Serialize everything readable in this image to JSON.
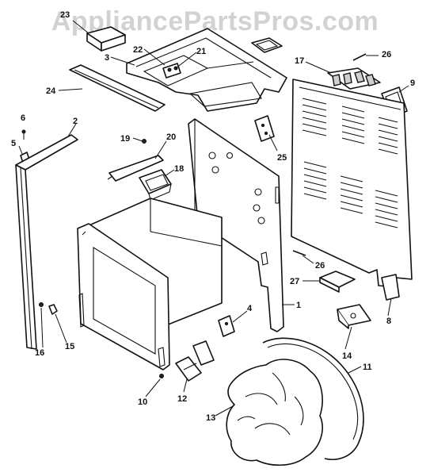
{
  "watermark": {
    "text": "AppliancePartsPros.com",
    "color": "#d2d2d2"
  },
  "callouts": {
    "c1": "1",
    "c2": "2",
    "c3": "3",
    "c4": "4",
    "c5": "5",
    "c6": "6",
    "c8": "8",
    "c9": "9",
    "c10": "10",
    "c11": "11",
    "c12": "12",
    "c13": "13",
    "c14": "14",
    "c15": "15",
    "c16": "16",
    "c17": "17",
    "c18": "18",
    "c19": "19",
    "c20": "20",
    "c21": "21",
    "c22": "22",
    "c23": "23",
    "c24": "24",
    "c25": "25",
    "c26a": "26",
    "c26b": "26",
    "c27": "27"
  }
}
